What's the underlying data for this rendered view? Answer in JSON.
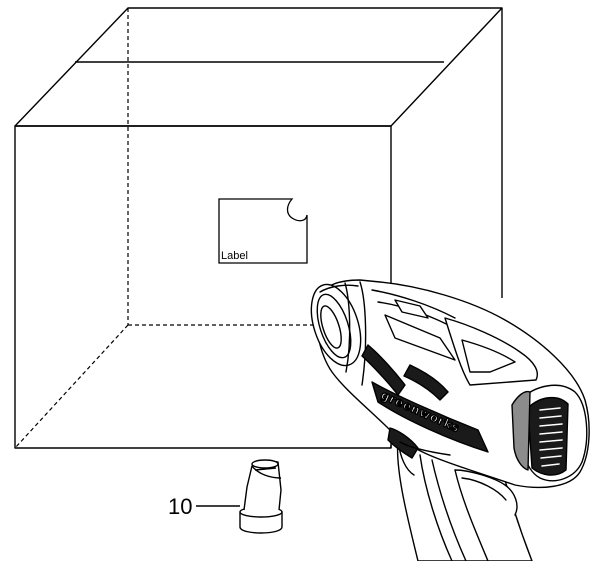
{
  "diagram": {
    "label_text": "Label",
    "callout_number": "10",
    "brand_text": "greenworks",
    "colors": {
      "line": "#000000",
      "background": "#ffffff",
      "fill_dark": "#1a1a1a",
      "fill_mid": "#8c8c8c"
    },
    "icons": {
      "tool": "heat-gun-icon",
      "accessory": "nozzle-icon"
    }
  }
}
